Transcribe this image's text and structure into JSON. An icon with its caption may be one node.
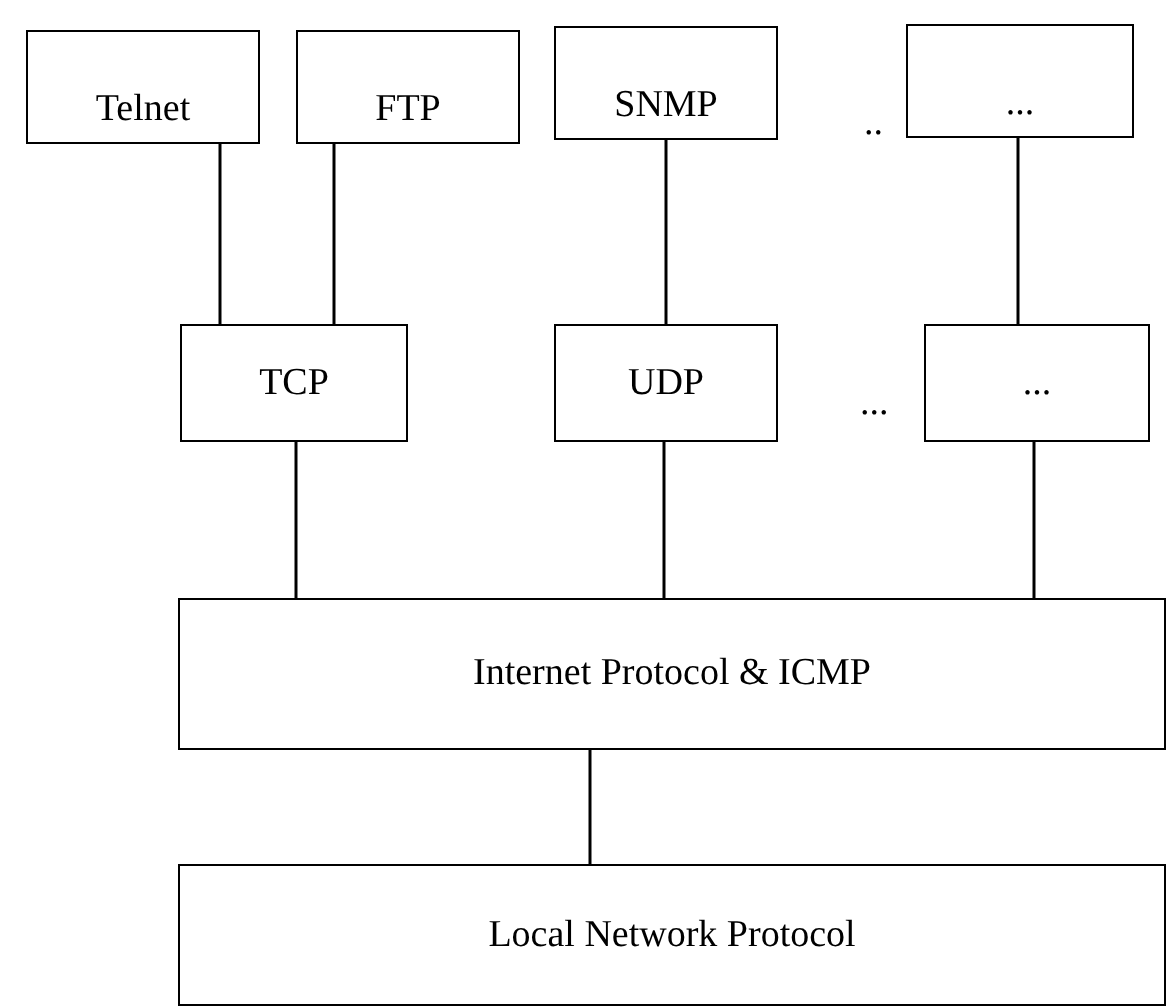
{
  "diagram": {
    "nodes": [
      {
        "text": [
          "Telnet"
        ]
      },
      {
        "text": [
          "FTP"
        ]
      },
      {
        "text": [
          "SNMP"
        ]
      },
      {
        "text": [
          "..."
        ]
      },
      {
        "text": [
          "TCP"
        ]
      },
      {
        "text": [
          "UDP"
        ]
      },
      {
        "text": [
          "..."
        ]
      },
      {
        "text": [
          "Internet Protocol & ICMP"
        ]
      },
      {
        "text": [
          "Local Network Protocol"
        ]
      }
    ],
    "edges": [
      {
        "from": 0,
        "to": 4,
        "arrow": "none"
      },
      {
        "from": 1,
        "to": 4,
        "arrow": "none"
      },
      {
        "from": 2,
        "to": 5,
        "arrow": "none"
      },
      {
        "from": 3,
        "to": 6,
        "arrow": "none"
      },
      {
        "from": 4,
        "to": 7,
        "arrow": "none"
      },
      {
        "from": 5,
        "to": 7,
        "arrow": "none"
      },
      {
        "from": 6,
        "to": 7,
        "arrow": "none"
      },
      {
        "from": 7,
        "to": 8,
        "arrow": "none"
      }
    ],
    "labels": [
      "..",
      "..."
    ]
  }
}
